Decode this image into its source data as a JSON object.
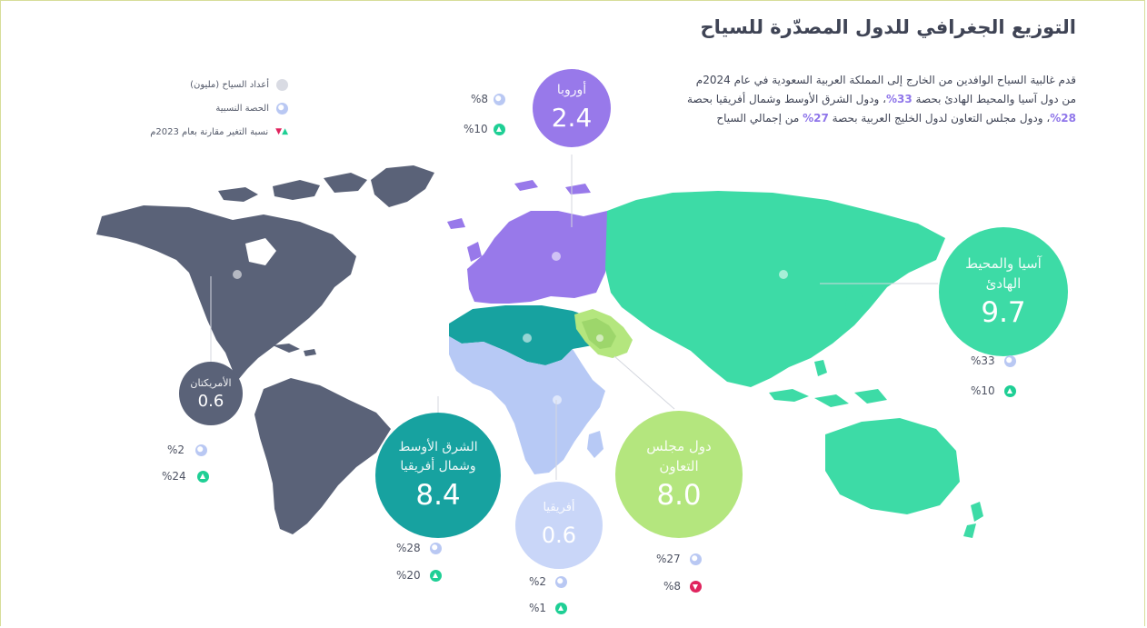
{
  "title": "التوزيع الجغرافي للدول المصدّرة للسياح",
  "summary": {
    "part1": "قدم غالبية السياح الوافدين من الخارج إلى المملكة العربية السعودية في عام 2024م من دول آسيا والمحيط الهادئ بحصة ",
    "pct_asia": "33%",
    "part2": "، ودول الشرق الأوسط وشمال أفريقيا بحصة ",
    "pct_mena": "28%",
    "part3": "، ودول مجلس التعاون لدول الخليج العربية بحصة ",
    "pct_gcc": "27%",
    "part4": " من إجمالي السياح"
  },
  "legend": {
    "visitors": "أعداد السياح (مليون)",
    "share": "الحصة النسبية",
    "change": "نسبة التغير مقارنة بعام 2023م"
  },
  "colors": {
    "americas": "#5a6278",
    "europe": "#9879ea",
    "asia_pacific": "#3ddba6",
    "mena": "#17a2a0",
    "africa": "#b7c9f5",
    "gcc": "#b4e67e",
    "increase": "#1fcf95",
    "decrease": "#e0245e",
    "title_text": "#3f4455"
  },
  "regions": [
    {
      "id": "europe",
      "label": "أوروبا",
      "value": "2.4",
      "share": "%8",
      "change": "%10",
      "direction": "up"
    },
    {
      "id": "asia_pacific",
      "label": "آسيا والمحيط الهادئ",
      "value": "9.7",
      "share": "%33",
      "change": "%10",
      "direction": "up"
    },
    {
      "id": "americas",
      "label": "الأمريكتان",
      "value": "0.6",
      "share": "%2",
      "change": "%24",
      "direction": "up"
    },
    {
      "id": "mena",
      "label": "الشرق الأوسط وشمال أفريقيا",
      "value": "8.4",
      "share": "%28",
      "change": "%20",
      "direction": "up"
    },
    {
      "id": "africa",
      "label": "أفريقيا",
      "value": "0.6",
      "share": "%2",
      "change": "%1",
      "direction": "up"
    },
    {
      "id": "gcc",
      "label": "دول مجلس التعاون",
      "value": "8.0",
      "share": "%27",
      "change": "%8",
      "direction": "down"
    }
  ]
}
